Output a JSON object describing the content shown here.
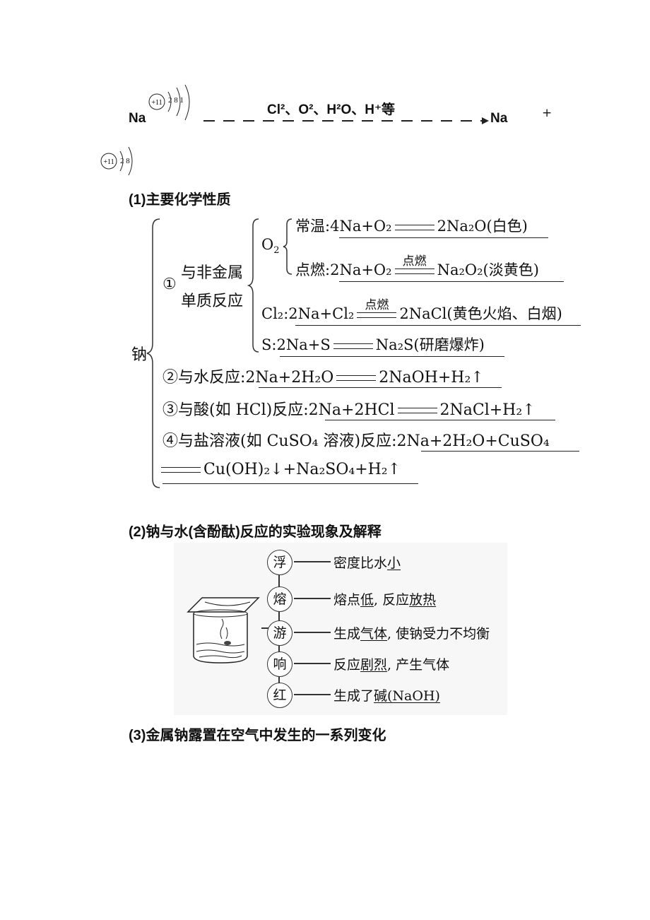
{
  "ionization": {
    "na_left": "Na",
    "na_right": "Na",
    "plus": "+",
    "reagents": "Cl²、O²、H²O、H⁺等",
    "atom_nucleus": "+11",
    "atom_shells": "2 8 1",
    "ion_nucleus": "+11",
    "ion_shells": "2 8"
  },
  "section1": {
    "heading": "(1)主要化学性质",
    "root": "钠",
    "branch1_num": "①",
    "branch1_line1": "与非金属",
    "branch1_line2": "单质反应",
    "o2_label": "O",
    "o2_sub": "2",
    "o2_normal_label": "常温:",
    "o2_normal_eq": "4Na+O₂",
    "o2_normal_prod": "2Na₂O(白色)",
    "o2_burn_label": "点燃:",
    "o2_burn_eq": "2Na+O₂",
    "o2_burn_cond": "点燃",
    "o2_burn_prod": "Na₂O₂(淡黄色)",
    "cl2_label": "Cl₂:",
    "cl2_eq": "2Na+Cl₂",
    "cl2_cond": "点燃",
    "cl2_prod": "2NaCl(黄色火焰、白烟)",
    "s_label": "S:",
    "s_eq": "2Na+S",
    "s_prod": "Na₂S(研磨爆炸)",
    "water_label": "②与水反应:",
    "water_eq": "2Na+2H₂O",
    "water_prod": "2NaOH+H₂↑",
    "acid_label": "③与酸(如 HCl)反应:",
    "acid_eq": "2Na+2HCl",
    "acid_prod": "2NaCl+H₂↑",
    "salt_label": "④与盐溶液(如 CuSO₄ 溶液)反应:",
    "salt_eq": "2Na+2H₂O+CuSO₄",
    "salt_prod": "Cu(OH)₂↓+Na₂SO₄+H₂↑"
  },
  "section2": {
    "heading": "(2)钠与水(含酚酞)反应的实验现象及解释",
    "items": [
      {
        "char": "浮",
        "pre": "密度比水",
        "key": "小",
        "post": ""
      },
      {
        "char": "熔",
        "pre": "熔点",
        "key": "低",
        "mid": ", 反应",
        "key2": "放热"
      },
      {
        "char": "游",
        "pre": "生成",
        "key": "气体",
        "post": ", 使钠受力不均衡"
      },
      {
        "char": "响",
        "pre": "反应",
        "key": "剧烈",
        "post": ", 产生气体"
      },
      {
        "char": "红",
        "pre": "生成了",
        "key": "碱(NaOH)",
        "post": ""
      }
    ]
  },
  "section3": {
    "heading": "(3)金属钠露置在空气中发生的一系列变化"
  }
}
